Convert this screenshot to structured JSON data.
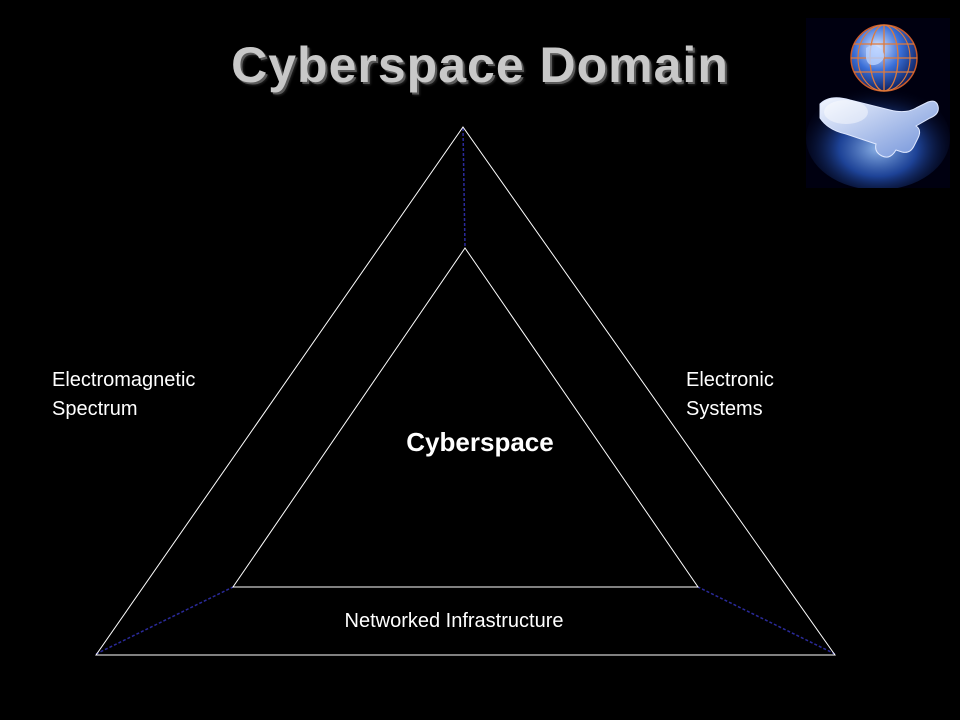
{
  "slide": {
    "title": "Cyberspace Domain"
  },
  "diagram": {
    "center_label": "Cyberspace",
    "left_label": [
      "Electromagnetic",
      "Spectrum"
    ],
    "right_label": [
      "Electronic",
      "Systems"
    ],
    "bottom_label": "Networked Infrastructure"
  },
  "colors": {
    "background": "#000000",
    "title": "#c8c8c8",
    "text": "#ffffff",
    "outline": "#ffffff",
    "connector": "#2a2a9a"
  },
  "logo": {
    "icon": "globe-hand-icon"
  }
}
